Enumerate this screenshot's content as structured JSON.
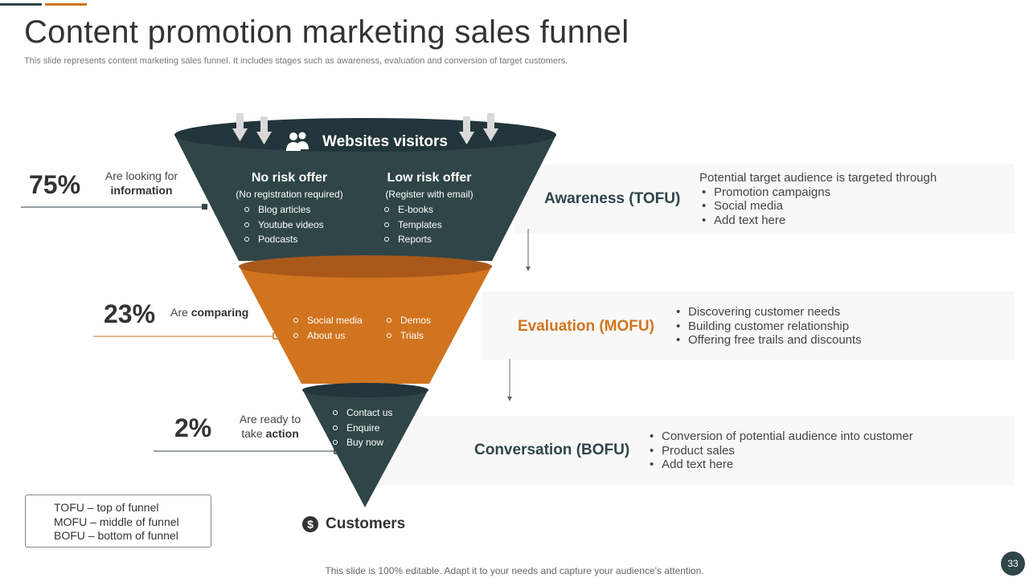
{
  "header": {
    "title": "Content promotion marketing sales funnel",
    "subtitle": "This slide represents content marketing sales funnel. It includes stages such as awareness, evaluation and conversion of target customers."
  },
  "colors": {
    "dark": "#2f4548",
    "orange": "#d1741f",
    "orange_dark": "#a9581a",
    "text": "#333333"
  },
  "funnel": {
    "top_label": "Websites visitors",
    "top_icon": "users-icon",
    "bottom_label": "Customers",
    "bottom_icon": "dollar-icon",
    "tofu": {
      "left": {
        "heading": "No risk offer",
        "sub": "(No registration required)",
        "items": [
          "Blog articles",
          "Youtube videos",
          "Podcasts"
        ]
      },
      "right": {
        "heading": "Low risk offer",
        "sub": "(Register with email)",
        "items": [
          "E-books",
          "Templates",
          "Reports"
        ]
      }
    },
    "mofu": {
      "left_items": [
        "Social media",
        "About us"
      ],
      "right_items": [
        "Demos",
        "Trials"
      ]
    },
    "bofu": {
      "items": [
        "Contact us",
        "Enquire",
        "Buy now"
      ]
    }
  },
  "percentages": [
    {
      "value": "75%",
      "line1": "Are looking for",
      "bold": "information"
    },
    {
      "value": "23%",
      "prefix": "Are ",
      "bold": "comparing"
    },
    {
      "value": "2%",
      "line1": "Are ready to",
      "prefix": "take ",
      "bold": "action"
    }
  ],
  "stages": [
    {
      "name": "Awareness (TOFU)",
      "intro": "Potential target audience is targeted through",
      "bullets": [
        "Promotion campaigns",
        "Social media",
        "Add text here"
      ]
    },
    {
      "name": "Evaluation (MOFU)",
      "bullets": [
        "Discovering customer needs",
        "Building customer relationship",
        "Offering free trails and discounts"
      ]
    },
    {
      "name": "Conversation (BOFU)",
      "bullets": [
        "Conversion of potential audience into customer",
        "Product sales",
        "Add text here"
      ]
    }
  ],
  "legend": [
    "TOFU – top of funnel",
    "MOFU – middle of funnel",
    "BOFU – bottom of funnel"
  ],
  "footer": "This slide is 100% editable. Adapt it to your needs and capture your audience's attention.",
  "page_number": "33"
}
